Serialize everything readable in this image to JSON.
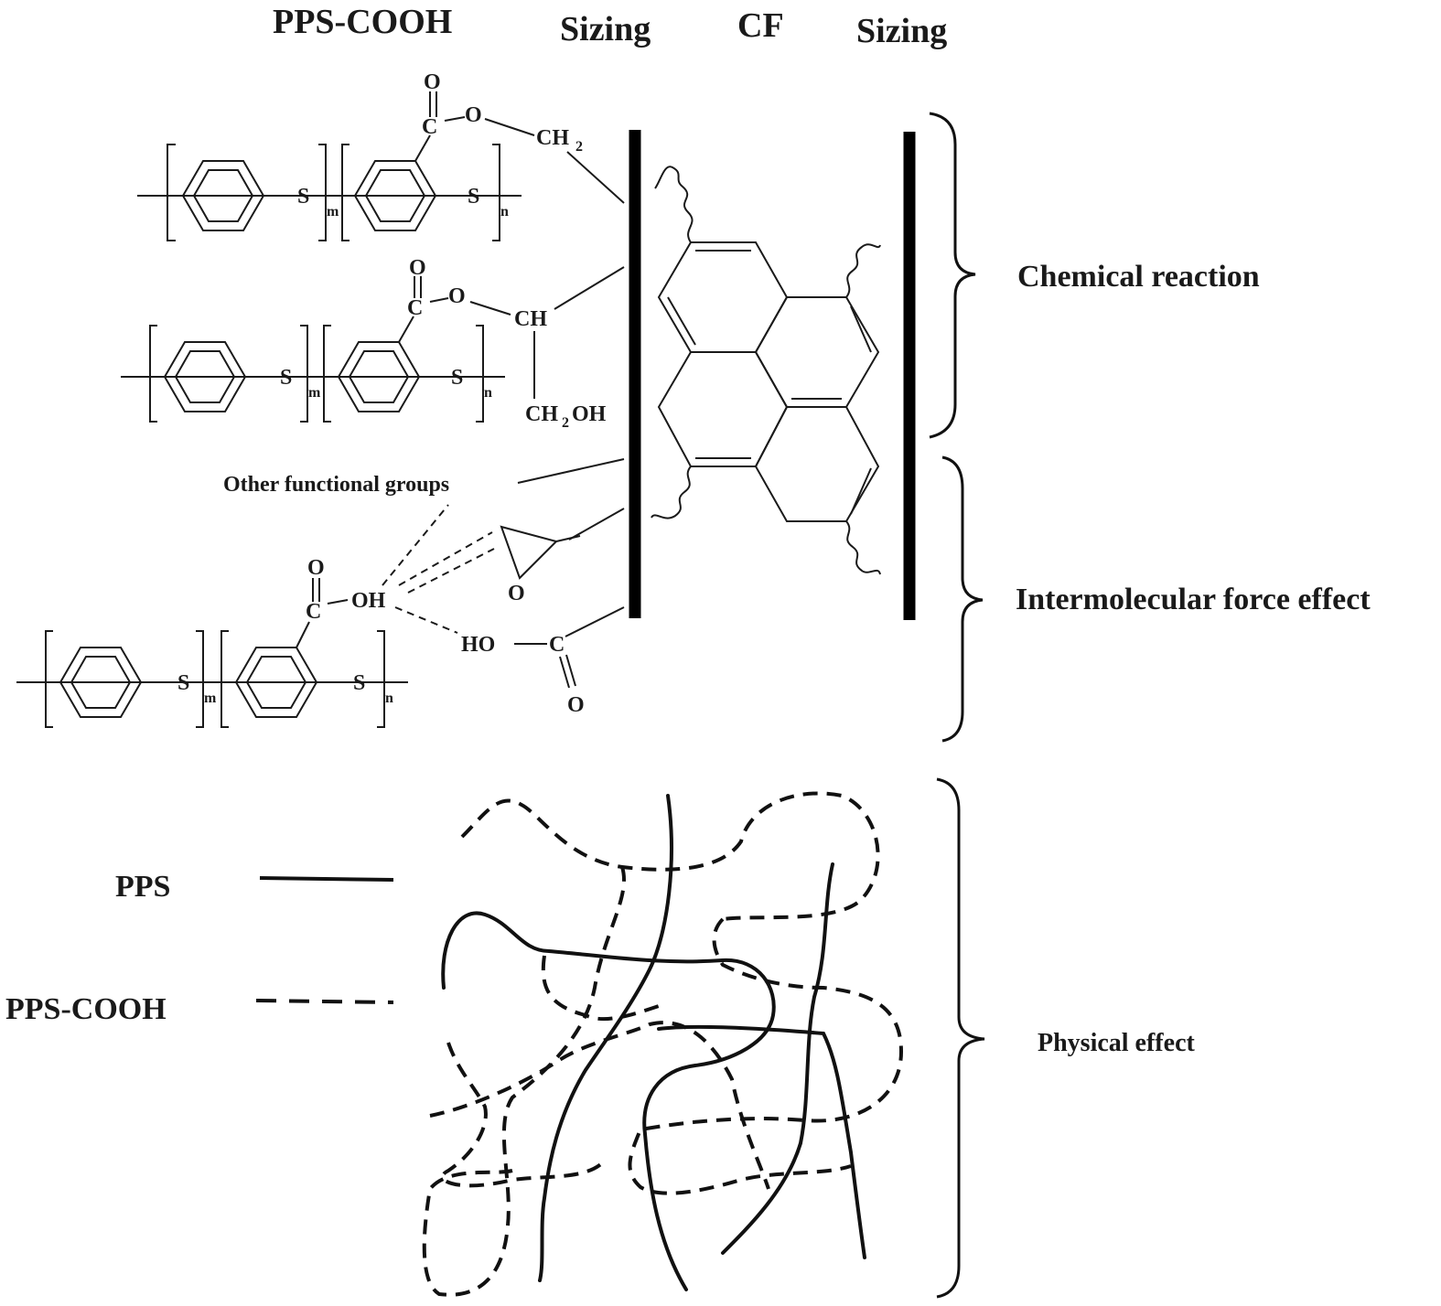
{
  "header": {
    "pps_cooh": "PPS-COOH",
    "sizing_left": "Sizing",
    "cf": "CF",
    "sizing_right": "Sizing"
  },
  "brackets": {
    "chemical_reaction": "Chemical reaction",
    "intermolecular": "Intermolecular force effect",
    "physical": "Physical effect"
  },
  "molecules": {
    "other_groups": "Other functional groups",
    "atoms": {
      "S": "S",
      "m": "m",
      "n": "n",
      "O": "O",
      "C": "C",
      "CH2": "CH",
      "CH2_sub": "2",
      "CH": "CH",
      "CH2OH_a": "CH",
      "CH2OH_sub": "2",
      "CH2OH_b": "OH",
      "OH": "OH",
      "HO": "HO"
    }
  },
  "legend": {
    "pps": "PPS",
    "pps_cooh": "PPS-COOH"
  }
}
